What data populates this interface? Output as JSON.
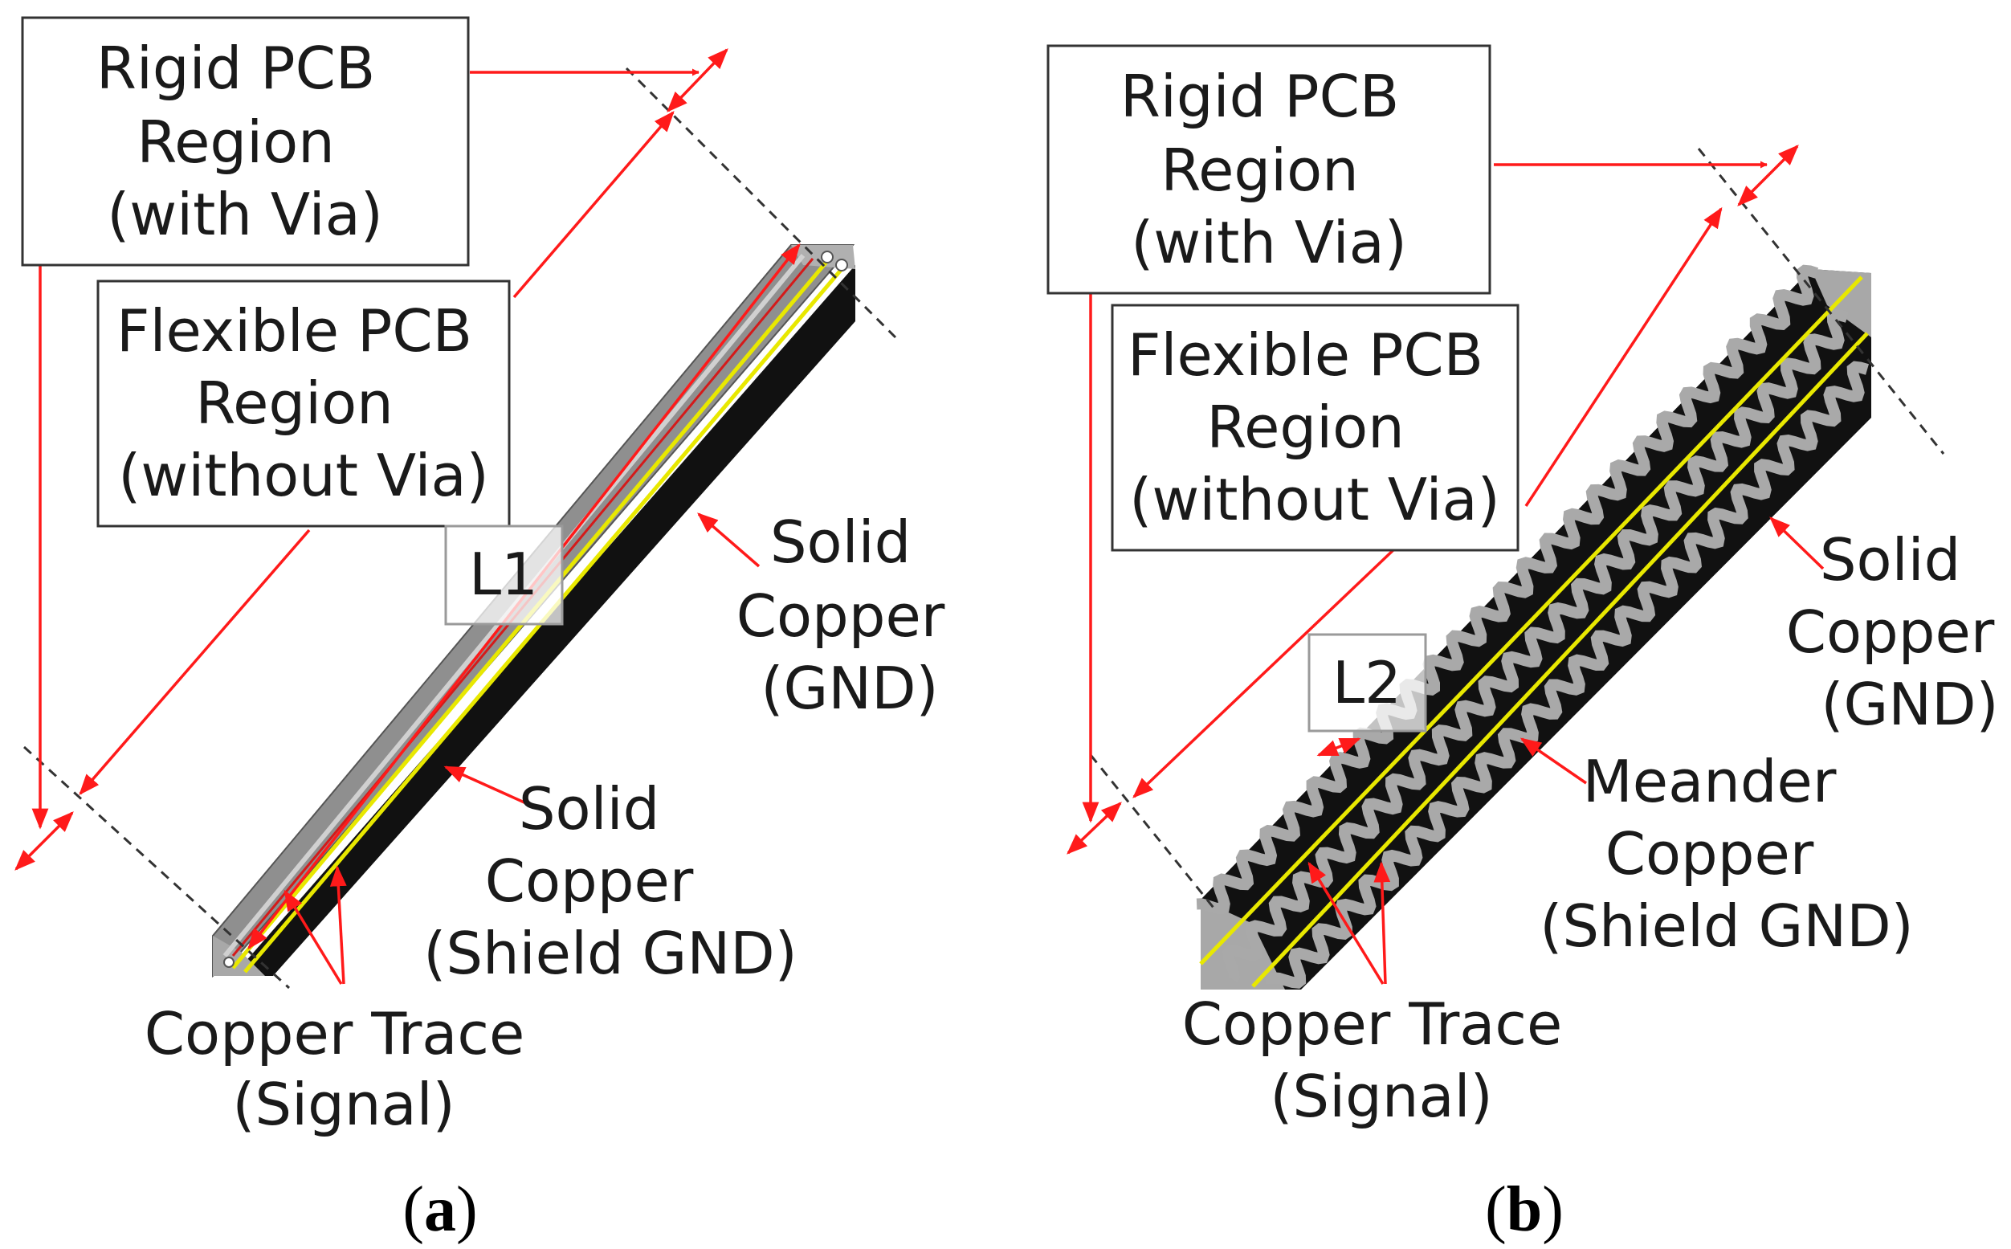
{
  "panel_a": {
    "rigid_label": [
      "Rigid PCB",
      "Region",
      "(with Via)"
    ],
    "flex_label": [
      "Flexible PCB",
      "Region",
      "(without Via)"
    ],
    "length_label": "L1",
    "outer_label": [
      "Solid",
      "Copper",
      "(GND)"
    ],
    "shield_label": [
      "Solid",
      "Copper",
      "(Shield GND)"
    ],
    "trace_label": [
      "Copper Trace",
      "(Signal)"
    ],
    "caption": [
      "(",
      "a",
      ")"
    ]
  },
  "panel_b": {
    "rigid_label": [
      "Rigid PCB",
      "Region",
      "(with Via)"
    ],
    "flex_label": [
      "Flexible PCB",
      "Region",
      "(without Via)"
    ],
    "length_label": "L2",
    "outer_label": [
      "Solid",
      "Copper",
      "(GND)"
    ],
    "shield_label": [
      "Meander",
      "Copper",
      "(Shield GND)"
    ],
    "trace_label": [
      "Copper Trace",
      "(Signal)"
    ],
    "caption": [
      "(",
      "b",
      ")"
    ]
  },
  "colors": {
    "arrow": "#ff1a1a",
    "trace": "#e8e800",
    "ground_dark": "#111111",
    "copper_gray": "#9a9a9a"
  }
}
